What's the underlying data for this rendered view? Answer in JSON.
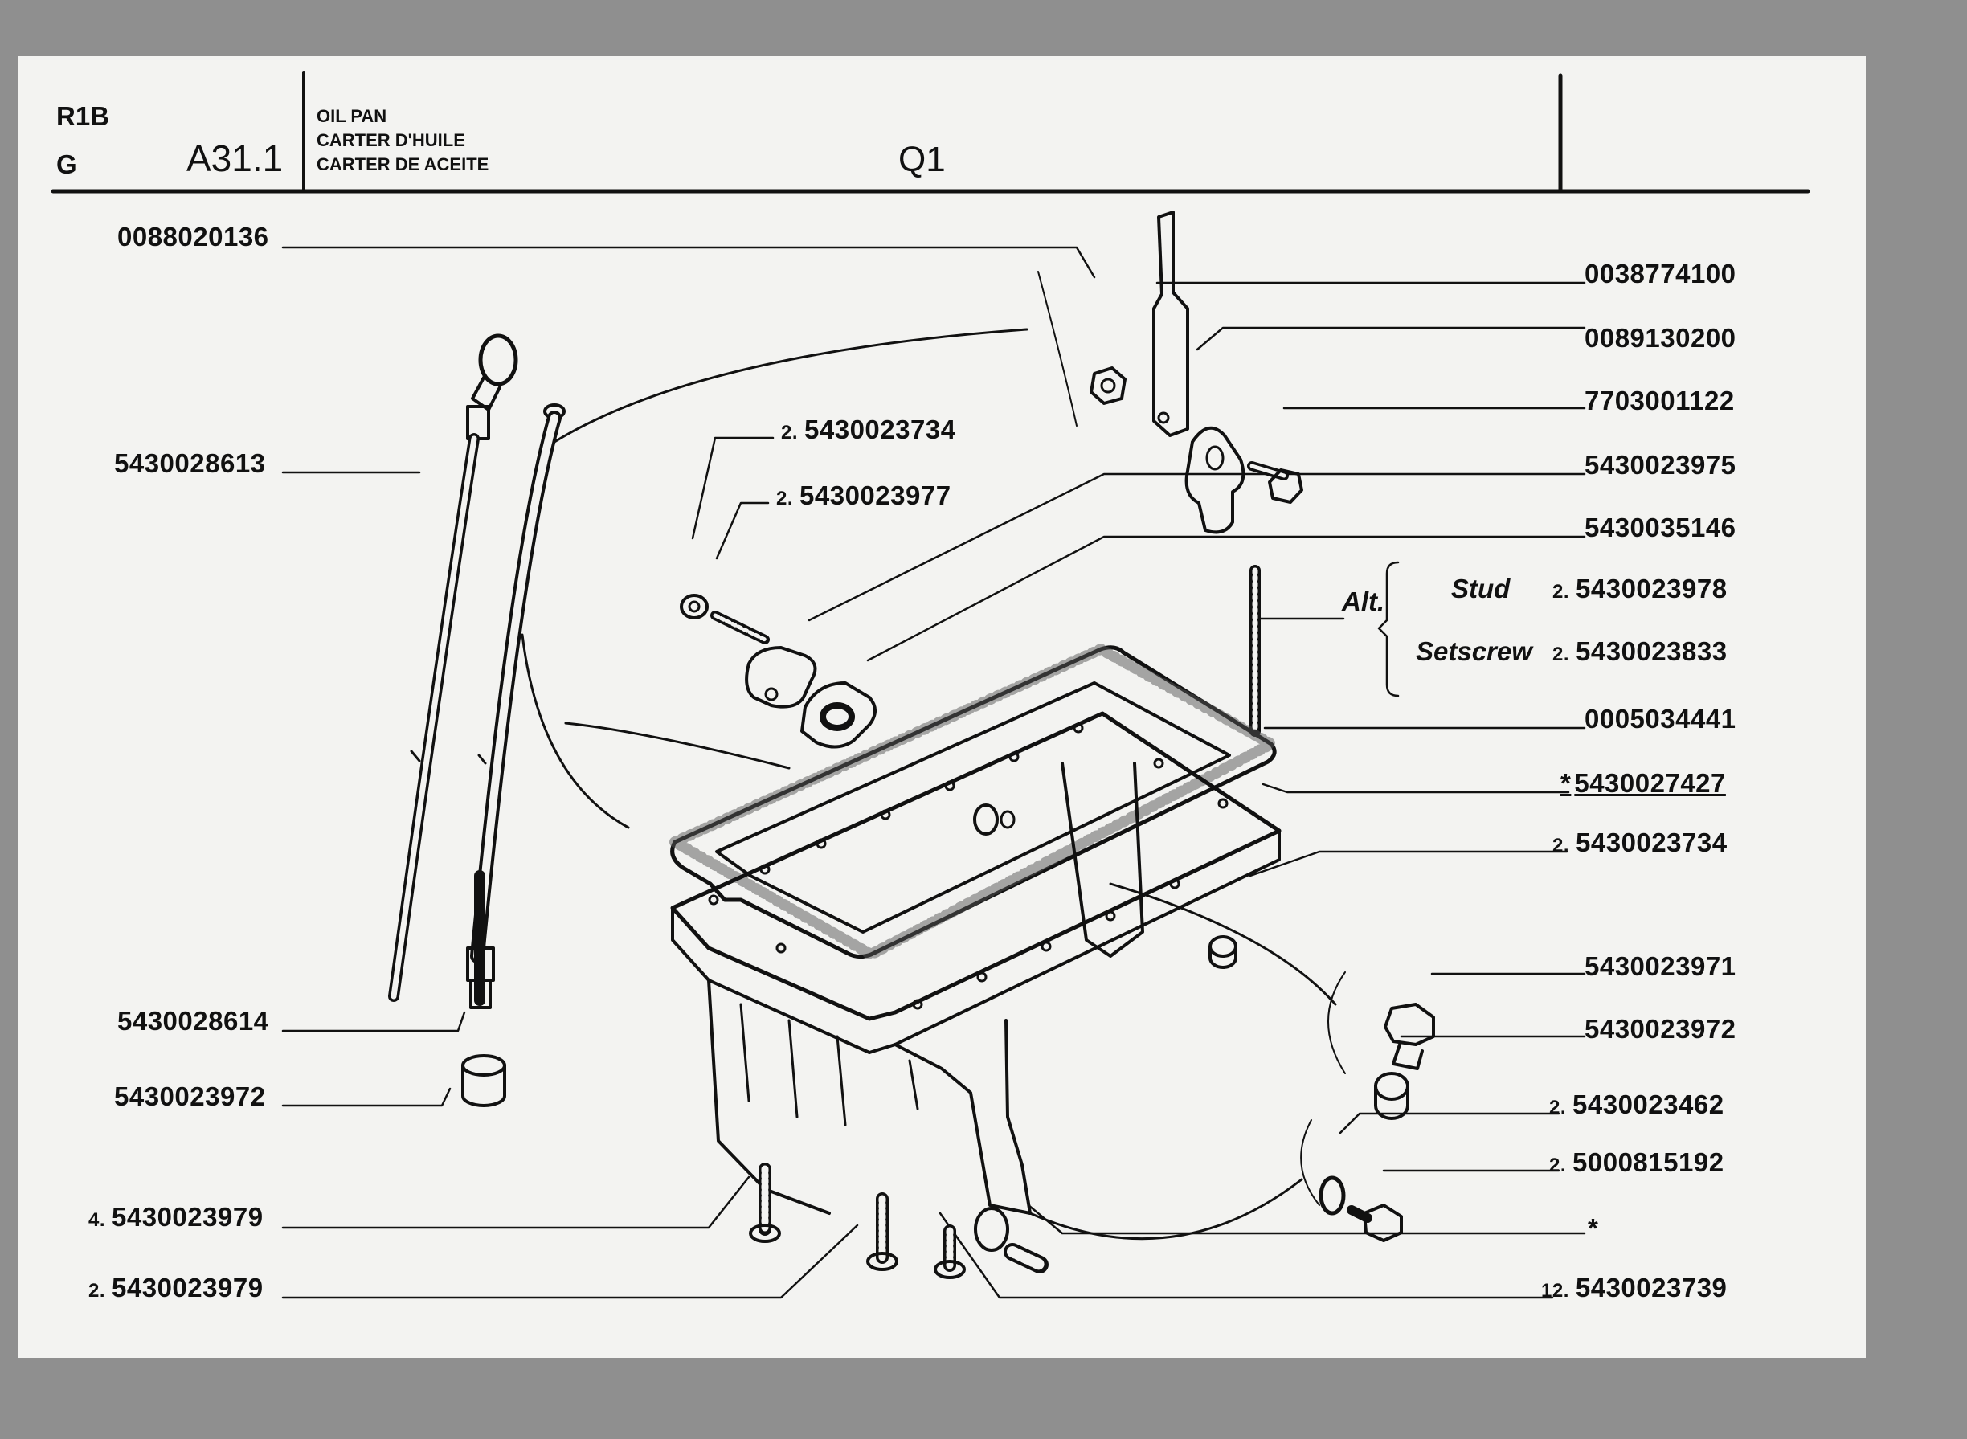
{
  "header": {
    "model": "R1B",
    "variant": "G",
    "plate": "A31.1",
    "titles": [
      "OIL PAN",
      "CARTER D'HUILE",
      "CARTER DE ACEITE"
    ],
    "section": "Q1"
  },
  "parts": {
    "p1": {
      "qty": "",
      "code": "0088020136"
    },
    "p2": {
      "qty": "",
      "code": "5430028613"
    },
    "p3": {
      "qty": "2.",
      "code": "5430023734"
    },
    "p4": {
      "qty": "2.",
      "code": "5430023977"
    },
    "p5": {
      "qty": "",
      "code": "5430028614"
    },
    "p6": {
      "qty": "",
      "code": "5430023972"
    },
    "p7": {
      "qty": "4.",
      "code": "5430023979"
    },
    "p8": {
      "qty": "2.",
      "code": "5430023979"
    },
    "p9": {
      "qty": "",
      "code": "0038774100"
    },
    "p10": {
      "qty": "",
      "code": "0089130200"
    },
    "p11": {
      "qty": "",
      "code": "7703001122"
    },
    "p12": {
      "qty": "",
      "code": "5430023975"
    },
    "p13": {
      "qty": "",
      "code": "5430035146"
    },
    "p14": {
      "qty": "2.",
      "code": "5430023978"
    },
    "p15": {
      "qty": "2.",
      "code": "5430023833"
    },
    "p16": {
      "qty": "",
      "code": "0005034441"
    },
    "p17": {
      "qty": "*",
      "code": "5430027427"
    },
    "p18": {
      "qty": "2.",
      "code": "5430023734"
    },
    "p19": {
      "qty": "",
      "code": "5430023971"
    },
    "p20": {
      "qty": "",
      "code": "5430023972"
    },
    "p21": {
      "qty": "2.",
      "code": "5430023462"
    },
    "p22": {
      "qty": "2.",
      "code": "5000815192"
    },
    "p23": {
      "qty": "",
      "code": "*"
    },
    "p24": {
      "qty": "12.",
      "code": "5430023739"
    }
  },
  "alternatives": {
    "label": "Alt.",
    "stud": "Stud",
    "setscrew": "Setscrew"
  }
}
